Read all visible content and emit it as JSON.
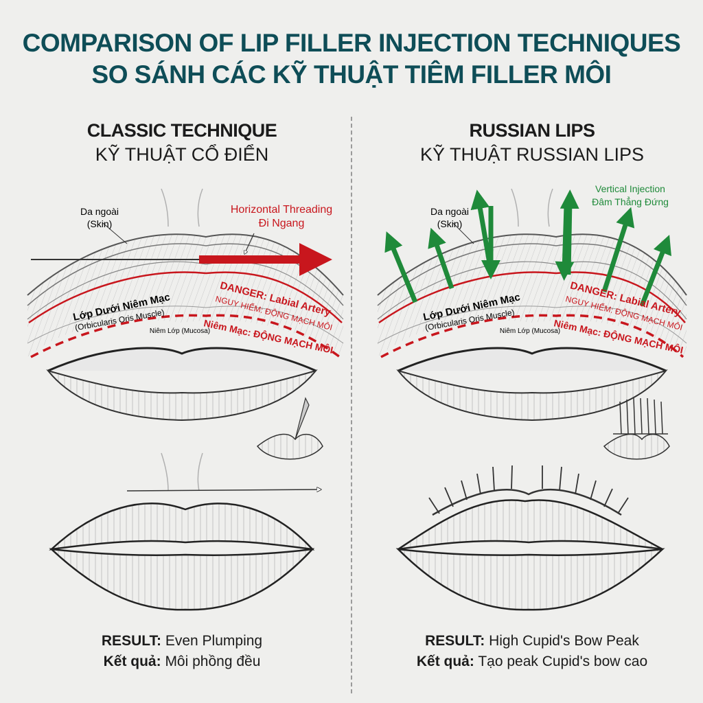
{
  "title": {
    "en": "COMPARISON OF LIP FILLER INJECTION TECHNIQUES",
    "vi": "SO SÁNH CÁC KỸ THUẬT TIÊM FILLER MÔI"
  },
  "panels": [
    {
      "heading_en": "CLASSIC TECHNIQUE",
      "heading_vi": "KỸ THUẬT CỔ ĐIỂN",
      "skin_label_vi": "Da ngoài",
      "skin_label_en": "(Skin)",
      "technique_label_en": "Horizontal Threading",
      "technique_label_vi": "Đi Ngang",
      "muscle_label_vi": "Lớp Dưới Niêm Mạc",
      "muscle_label_en": "(Orbicularis Oris Muscle)",
      "danger_label_en": "DANGER: Labial Artery",
      "danger_label_vi": "NGUY HIỂM: ĐỘNG MẠCH MÔI",
      "mucosa_label": "Niêm Lớp (Mucosa)",
      "mucosa_artery_label": "Niêm Mạc: ĐỘNG MẠCH MÔI",
      "result_prefix": "RESULT:",
      "result_en": "Even Plumping",
      "result_vi_prefix": "Kết quả:",
      "result_vi": "Môi phồng đều"
    },
    {
      "heading_en": "RUSSIAN LIPS",
      "heading_vi": "KỸ THUẬT RUSSIAN LIPS",
      "skin_label_vi": "Da ngoài",
      "skin_label_en": "(Skin)",
      "technique_label_en": "Vertical Injection",
      "technique_label_vi": "Đâm Thẳng Đứng",
      "muscle_label_vi": "Lớp Dưới Niêm Mạc",
      "muscle_label_en": "(Orbicularis Oris Muscle)",
      "danger_label_en": "DANGER: Labial Artery",
      "danger_label_vi": "NGUY HIỂM: ĐỘNG MẠCH MÔI",
      "mucosa_label": "Niêm Lớp (Mucosa)",
      "mucosa_artery_label": "Niêm Mạc: ĐỘNG MẠCH MÔI",
      "result_prefix": "RESULT:",
      "result_en": "High Cupid's Bow Peak",
      "result_vi_prefix": "Kết quả:",
      "result_vi": "Tạo peak Cupid's bow cao"
    }
  ],
  "colors": {
    "title": "#0e4d57",
    "danger": "#c8161d",
    "vertical_arrow": "#1f8a3a",
    "horizontal_arrow": "#c8161d",
    "ink": "#1b1b1b"
  },
  "icons": [
    "needle-icon",
    "horizontal-arrow-icon",
    "vertical-arrow-icon",
    "lips-illustration"
  ]
}
